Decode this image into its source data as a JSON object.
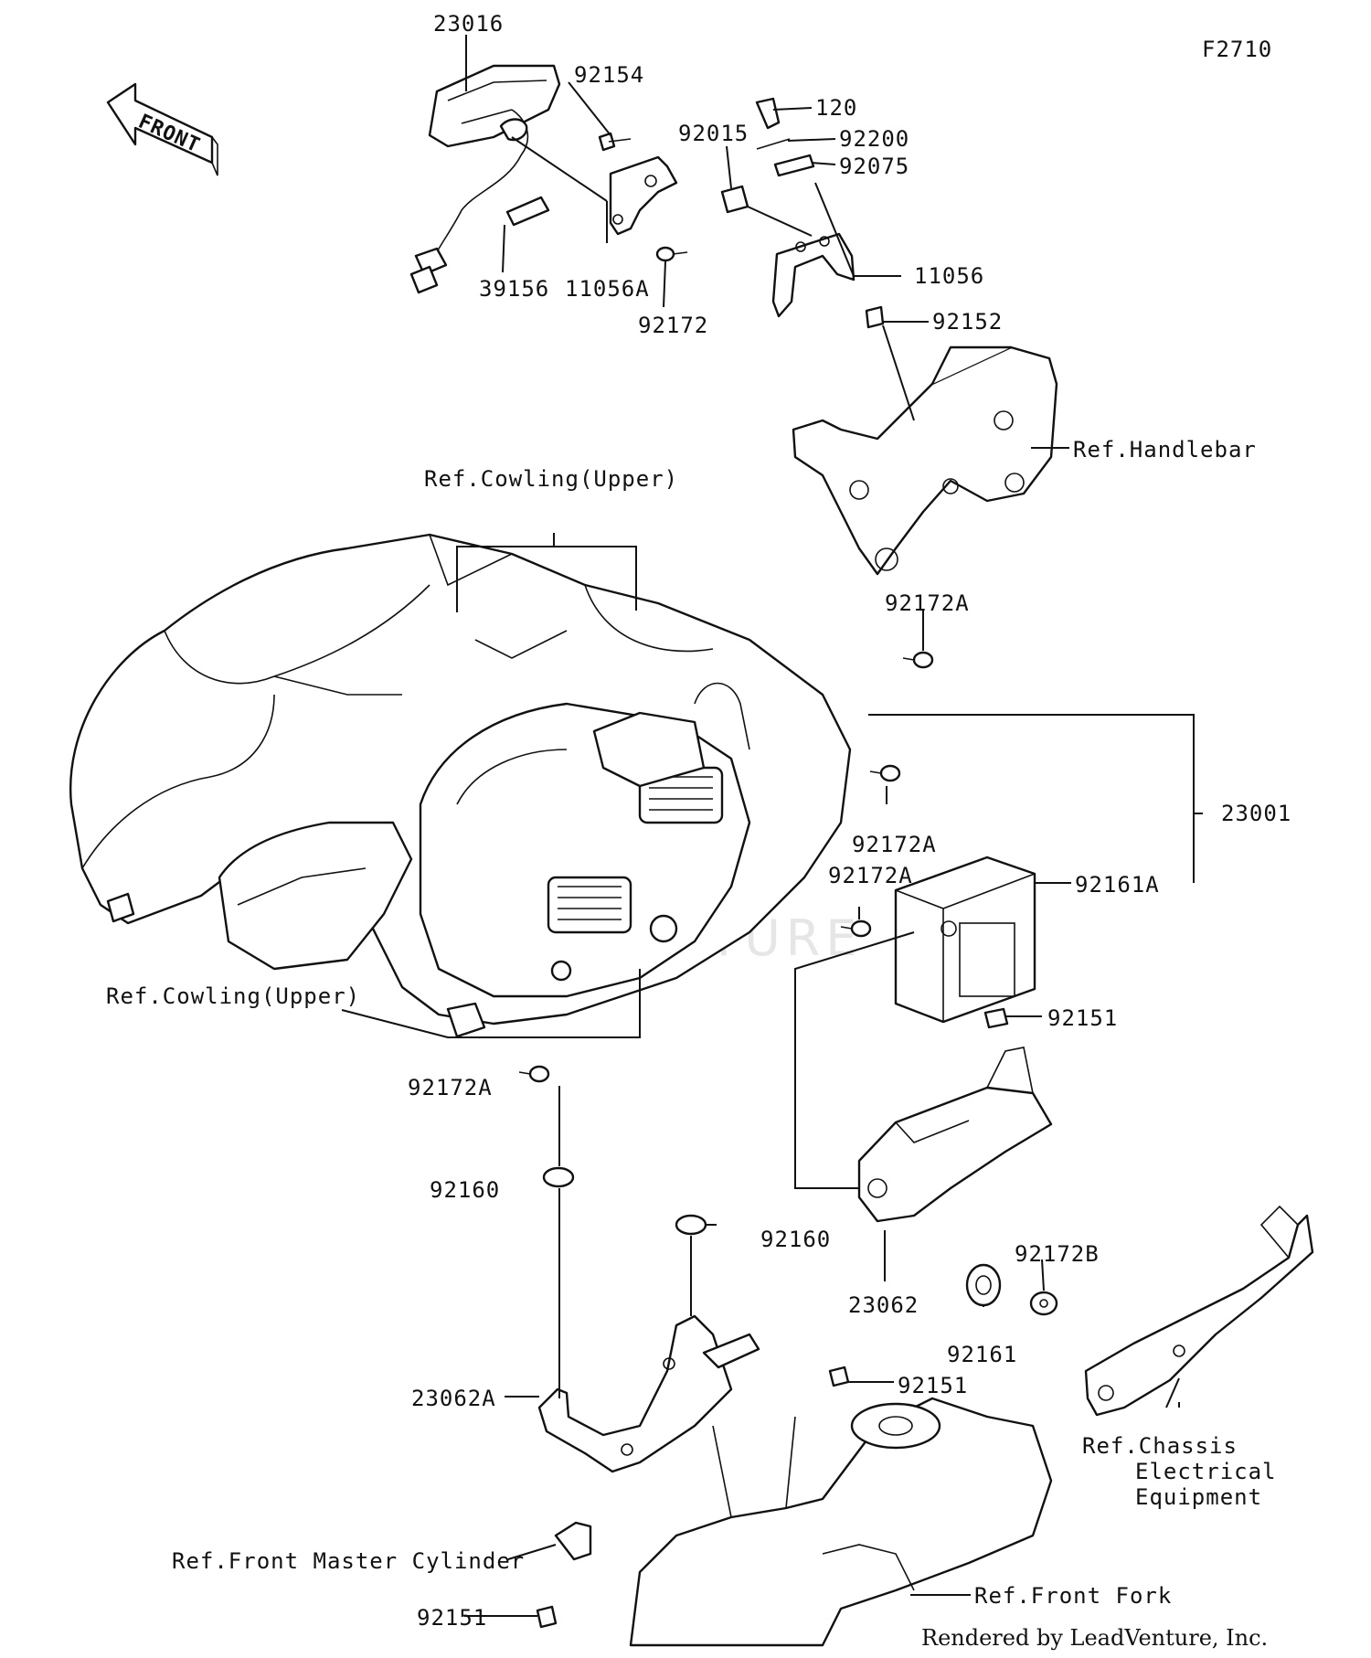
{
  "figure_code": "F2710",
  "direction_label": "FRONT",
  "watermark": "LEADVENTURE",
  "credit": "Rendered by LeadVenture, Inc.",
  "parts": {
    "p23016": "23016",
    "p92154": "92154",
    "p120": "120",
    "p92200": "92200",
    "p92015": "92015",
    "p92075": "92075",
    "p39156": "39156",
    "p11056A": "11056A",
    "p92172": "92172",
    "p11056": "11056",
    "p92152": "92152",
    "p92172A_top": "92172A",
    "p92172A_mid": "92172A",
    "p92172A_mid2": "92172A",
    "p92172A_low": "92172A",
    "p23001": "23001",
    "p92161A": "92161A",
    "p92151_a": "92151",
    "p92160_a": "92160",
    "p92160_b": "92160",
    "p23062": "23062",
    "p92161": "92161",
    "p92172B": "92172B",
    "p92151_b": "92151",
    "p23062A": "23062A",
    "p92151_c": "92151"
  },
  "refs": {
    "handlebar": "Ref.Handlebar",
    "cowling_upper_top": "Ref.Cowling(Upper)",
    "cowling_upper_left": "Ref.Cowling(Upper)",
    "chassis_1": "Ref.Chassis",
    "chassis_2": "Electrical",
    "chassis_3": "Equipment",
    "front_master_cylinder": "Ref.Front Master Cylinder",
    "front_fork": "Ref.Front Fork"
  }
}
